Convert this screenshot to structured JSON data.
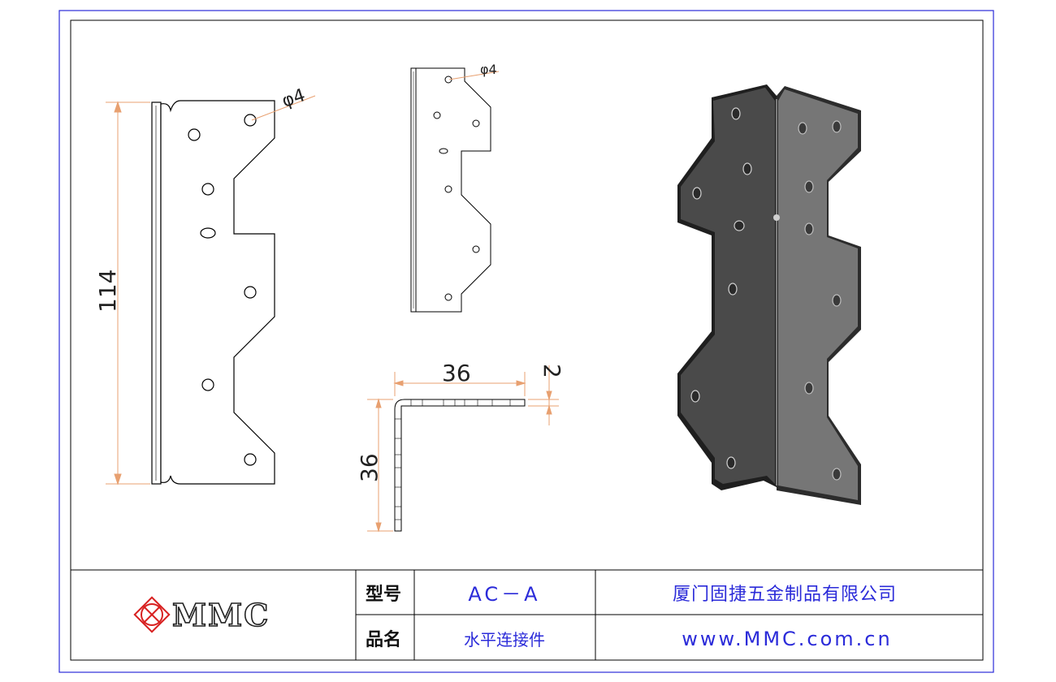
{
  "dimensions": {
    "height": "114",
    "hole_front": "φ4",
    "hole_side": "φ4",
    "width": "36",
    "thickness": "2",
    "depth": "36"
  },
  "title_block": {
    "logo_text": "MMC",
    "model_label": "型号",
    "model_value": "AC－A",
    "name_label": "品名",
    "name_value": "水平连接件",
    "company": "厦门固捷五金制品有限公司",
    "website": "www.MMC.com.cn"
  },
  "colors": {
    "outer_border": "#2b2bd9",
    "dimension_line": "#e8a070",
    "title_text": "#2b2bd9",
    "logo_red": "#d82020",
    "render_dark": "#4a4a4a",
    "render_light": "#767676"
  }
}
